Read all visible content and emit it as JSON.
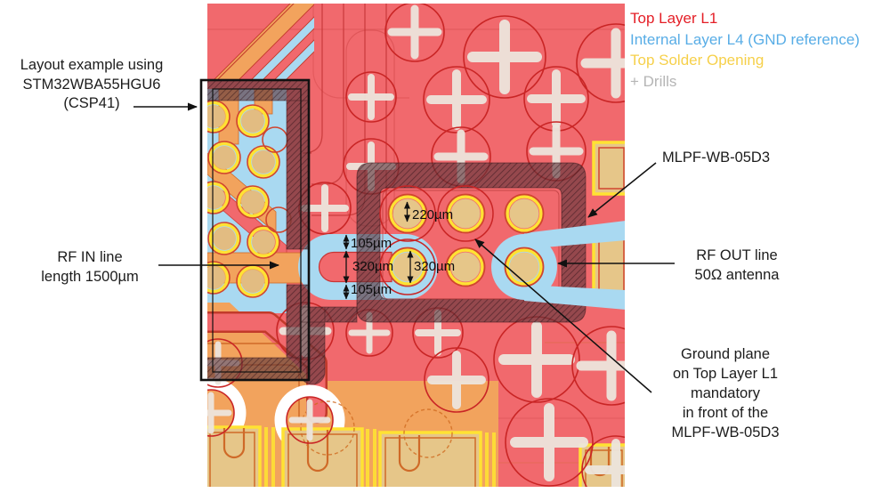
{
  "legend": {
    "items": [
      {
        "label": "Top Layer L1",
        "color": "#e41e26"
      },
      {
        "label": "Internal Layer L4 (GND reference)",
        "color": "#58ade6"
      },
      {
        "label": "Top Solder Opening",
        "color": "#f6d04a"
      },
      {
        "label": "+ Drills",
        "color": "#b5b5b5"
      }
    ]
  },
  "annotations": {
    "layout_example": {
      "lines": [
        "Layout example using",
        "STM32WBA55HGU6",
        "(CSP41)"
      ]
    },
    "rf_in": {
      "lines": [
        "RF IN line",
        "length 1500µm"
      ]
    },
    "mlpf": {
      "label": "MLPF-WB-05D3"
    },
    "rf_out": {
      "lines": [
        "RF OUT line",
        "50Ω antenna"
      ]
    },
    "ground_plane": {
      "lines": [
        "Ground plane",
        "on Top Layer L1",
        "mandatory",
        "in front of the",
        "MLPF-WB-05D3"
      ]
    }
  },
  "dims": {
    "pad_height": "220µm",
    "gap_top": "105µm",
    "line_width": "320µm",
    "pad_width": "320µm",
    "gap_bottom": "105µm"
  },
  "colors": {
    "board_red": "#f1696d",
    "gnd_blue": "#a9d9f1",
    "trace_orange": "#f2a35d",
    "pad_tan": "#e6c689",
    "solder_yellow": "#ffe233",
    "drill_outline": "#c92525",
    "hatch_brown": "#5c343a",
    "outline_black": "#111111"
  }
}
